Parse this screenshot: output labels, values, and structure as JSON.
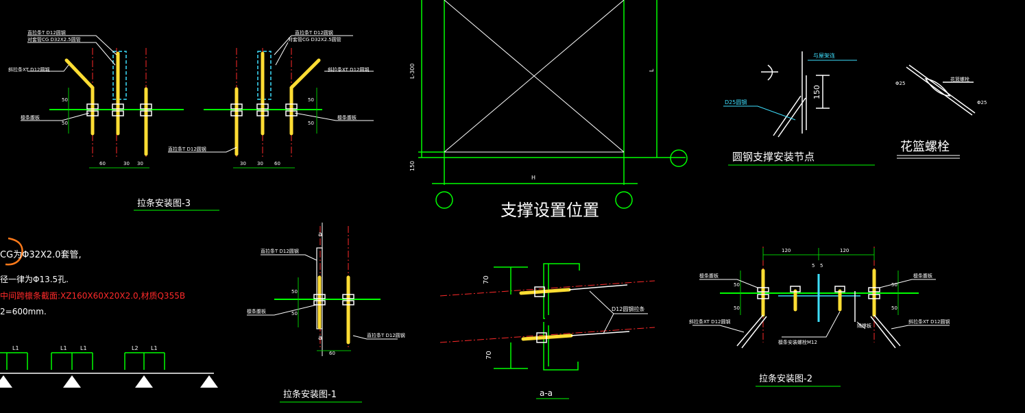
{
  "colors": {
    "background": "#000000",
    "line_green": "#00ff00",
    "line_white": "#ffffff",
    "line_yellow": "#ffdd33",
    "line_red": "#ff2a2a",
    "line_cyan": "#3ee0ff",
    "line_orange": "#ff7a1a",
    "dim_green": "#00c800"
  },
  "fig3": {
    "title": "拉条安装图-3",
    "label_straight_t": "直拉条T D12圆钢",
    "label_sleeve_cg": "对套管CG D32X2.5圆管",
    "label_oblique_xt": "斜拉条XT D12圆钢",
    "label_purlin_web": "檩条腹板",
    "label_straight_bottom": "直拉条T D12圆钢",
    "dim_50": "50",
    "dim_60": "60",
    "dim_30": "30"
  },
  "bracing_position": {
    "title": "支撑设置位置",
    "dim_l300": "L-300",
    "dim_l": "L",
    "dim_h": "H",
    "dim_150": "150"
  },
  "node": {
    "title": "圆钢支撑安装节点",
    "label_connect": "与屋架连",
    "label_d25": "D25圆钢",
    "dim_150": "150"
  },
  "turnbuckle": {
    "title": "花篮螺栓",
    "label_phi25_left": "Φ25",
    "label_phi25_right": "Φ25",
    "label_bolt": "花篮螺栓"
  },
  "notes": {
    "line1": "CG为Φ32X2.0套管,",
    "line2": "径一律为Φ13.5孔.",
    "line3": "中间跨檩条截面:XZ160X60X20X2.0,材质Q355B",
    "line4": "2=600mm."
  },
  "supports": {
    "l1": "L1",
    "l2": "L2"
  },
  "fig1": {
    "title": "拉条安装图-1",
    "label_straight_t": "直拉条T D12圆钢",
    "label_purlin_web": "檩条腹板",
    "label_straight_bottom": "直拉条T D12圆钢",
    "section_a": "a",
    "dim_50": "50",
    "dim_60": "60"
  },
  "section_aa": {
    "title": "a-a",
    "label_d12": "D12圆钢拉条",
    "dim_70": "70"
  },
  "fig2": {
    "title": "拉条安装图-2",
    "label_purlin_web": "檩条腹板",
    "label_oblique_xt": "斜拉条XT D12圆钢",
    "label_bolt": "檩条安装螺栓M12",
    "label_stiff": "隅撑板",
    "dim_120": "120",
    "dim_5": "5",
    "dim_50": "50"
  }
}
